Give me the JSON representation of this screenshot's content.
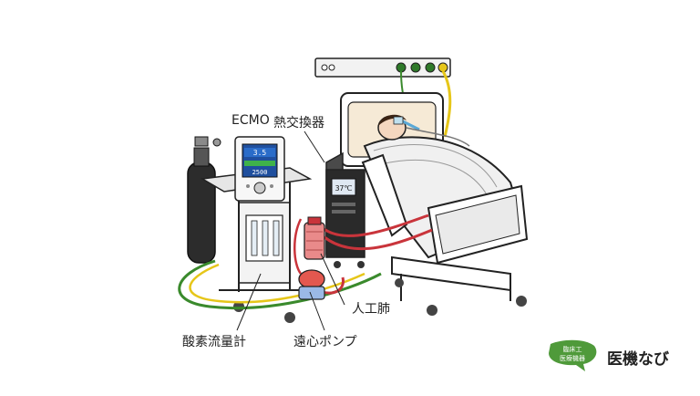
{
  "labels": {
    "ecmo": "ECMO",
    "heat_exchanger": "熱交換器",
    "artificial_lung": "人工肺",
    "oxygen_flowmeter": "酸素流量計",
    "centrifugal_pump": "遠心ポンプ"
  },
  "console": {
    "flow_display": "3.5",
    "rpm_display": "2500"
  },
  "heater": {
    "temp_display": "37℃"
  },
  "brand": {
    "name": "医機なび",
    "logo_top": "臨床工",
    "logo_bottom": "医療機器",
    "icon": "green-speech-bubble-logo"
  },
  "colors": {
    "tube_red": "#c9343b",
    "gas_hose_green": "#3a8a2c",
    "gas_hose_yellow": "#e6c619",
    "brand_green": "#4f9a3a",
    "console_screen": "#1f4f9e"
  }
}
